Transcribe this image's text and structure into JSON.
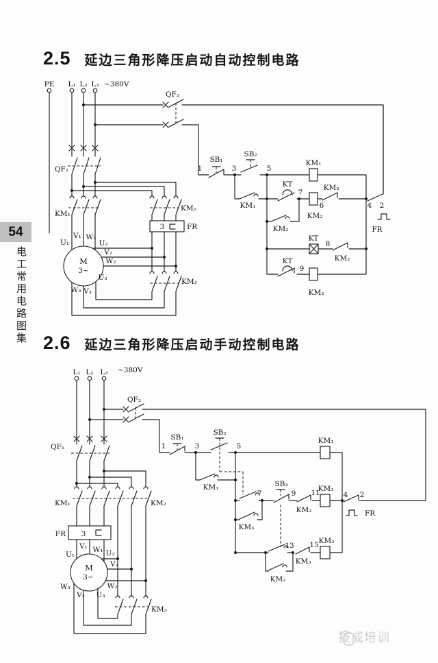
{
  "sidebar": {
    "page_number": "54",
    "book_title": "电工常用电路图集"
  },
  "watermark": {
    "brand": "技成培训"
  },
  "c25": {
    "num": "2.5",
    "title": "延边三角形降压启动自动控制电路",
    "pe": "PE",
    "l1": "L₁",
    "l2": "L₂",
    "l3": "L₃",
    "v": "~380V",
    "qf1": "QF₁",
    "qf2": "QF₂",
    "sb1": "SB₁",
    "sb2": "SB₂",
    "km1": "KM₁",
    "km2": "KM₂",
    "km3": "KM₃",
    "kt": "KT",
    "fr": "FR",
    "fr3": "3",
    "m": "M",
    "ph": "3~",
    "u1": "U₁",
    "v1": "V₁",
    "w1": "W₁",
    "u2": "U₂",
    "v2": "V₂",
    "w2": "W₂",
    "u3": "U₃",
    "v3": "V₃",
    "w3": "W₃",
    "n1": "1",
    "n2": "2",
    "n3": "3",
    "n4": "4",
    "n5": "5",
    "n6": "6",
    "n7": "7",
    "n8": "8",
    "n9": "9"
  },
  "c26": {
    "num": "2.6",
    "title": "延边三角形降压启动手动控制电路",
    "l1": "L₁",
    "l2": "L₂",
    "l3": "L₃",
    "v": "~380V",
    "qf1": "QF₁",
    "qf2": "QF₂",
    "sb1": "SB₁",
    "sb2": "SB₂",
    "sb3": "SB₃",
    "km1": "KM₁",
    "km2": "KM₂",
    "km3": "KM₃",
    "fr": "FR",
    "fr3": "3",
    "m": "M",
    "ph": "3~",
    "u1": "U₁",
    "v1": "V₁",
    "w1": "W₁",
    "u2": "U₂",
    "v2": "V₂",
    "w2": "W₂",
    "u3": "U₃",
    "v3": "V₃",
    "w3": "W₃",
    "n1": "1",
    "n2": "2",
    "n3": "3",
    "n4": "4",
    "n5": "5",
    "n7": "7",
    "n9": "9",
    "n11": "11",
    "n13": "13",
    "n15": "15"
  }
}
